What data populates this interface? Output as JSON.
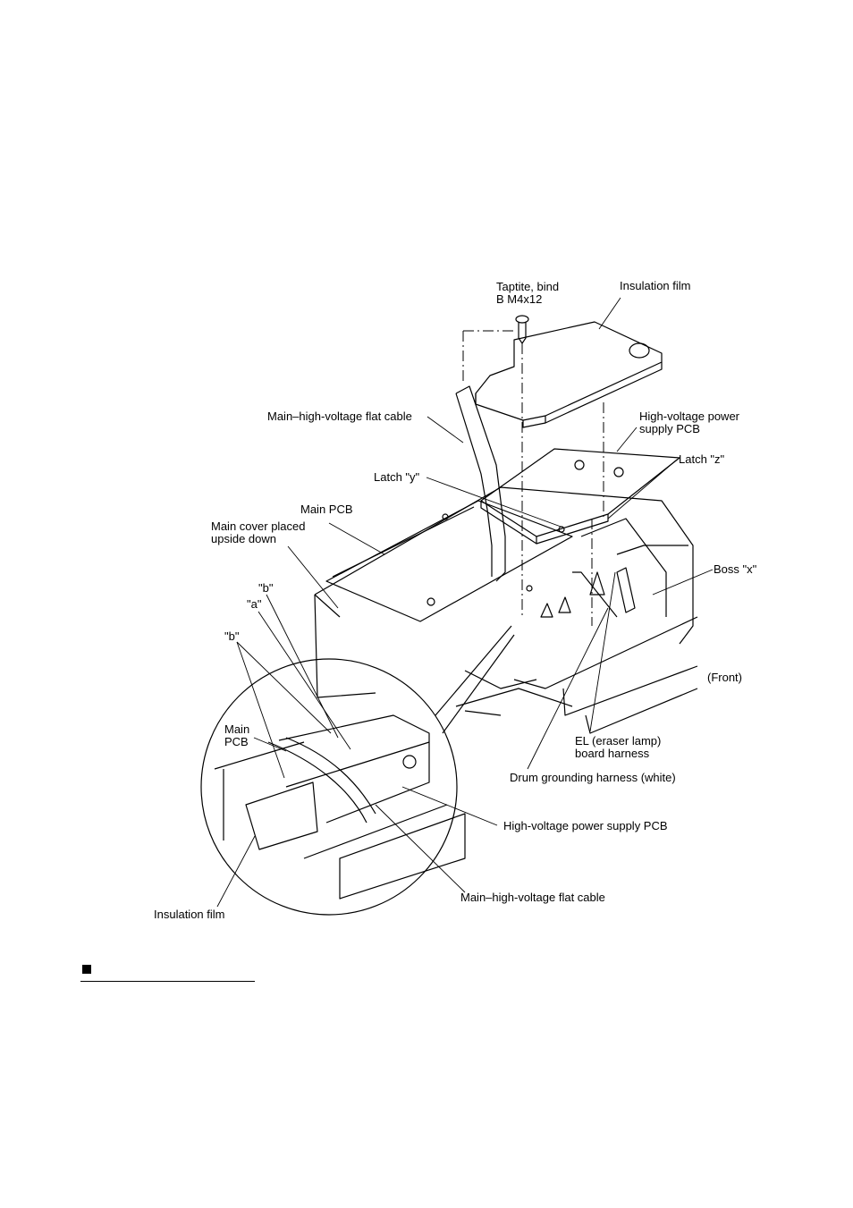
{
  "labels": {
    "screw": [
      "Taptite, bind",
      "B M4x12"
    ],
    "insulation_film_top": "Insulation film",
    "flat_cable_top": "Main–high-voltage flat cable",
    "hv_pcb_top": [
      "High-voltage power",
      "supply PCB"
    ],
    "latch_z": "Latch \"z\"",
    "latch_y": "Latch \"y\"",
    "main_pcb_top": "Main PCB",
    "main_cover": [
      "Main cover placed",
      "upside down"
    ],
    "boss_x": "Boss \"x\"",
    "b_upper": "\"b\"",
    "a": "\"a\"",
    "b_left": "\"b\"",
    "front": "(Front)",
    "main_pcb_detail": [
      "Main",
      "PCB"
    ],
    "el_harness": [
      "EL (eraser lamp)",
      "board harness"
    ],
    "drum_harness": "Drum grounding harness (white)",
    "hv_pcb_detail": "High-voltage power supply PCB",
    "flat_cable_detail": "Main–high-voltage flat cable",
    "insulation_film_detail": "Insulation film"
  },
  "icons": {
    "section_bullet": "black-square-bullet"
  }
}
